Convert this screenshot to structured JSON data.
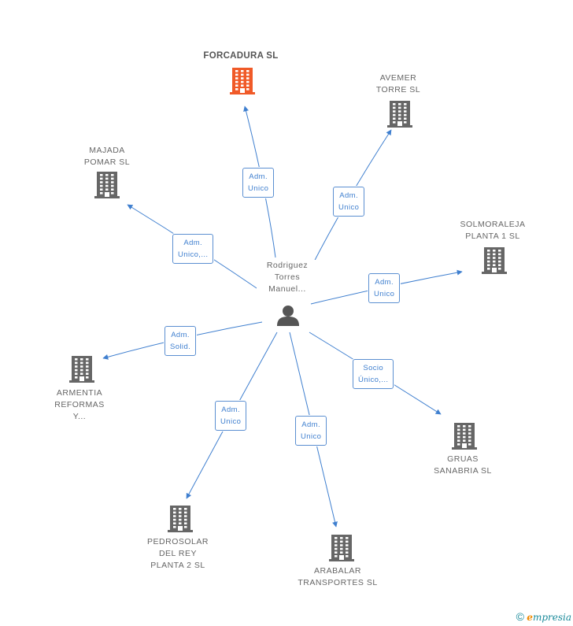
{
  "center": {
    "name": "Rodriguez\nTorres\nManuel..."
  },
  "nodes": [
    {
      "id": "forcadura",
      "name": "FORCADURA SL",
      "main": true
    },
    {
      "id": "avemer",
      "name": "AVEMER\nTORRE SL"
    },
    {
      "id": "majada",
      "name": "MAJADA\nPOMAR SL"
    },
    {
      "id": "solmoraleja",
      "name": "SOLMORALEJA\nPLANTA 1 SL"
    },
    {
      "id": "armentia",
      "name": "ARMENTIA\nREFORMAS\nY..."
    },
    {
      "id": "gruas",
      "name": "GRUAS\nSANABRIA SL"
    },
    {
      "id": "pedrosolar",
      "name": "PEDROSOLAR\nDEL REY\nPLANTA 2 SL"
    },
    {
      "id": "arabalar",
      "name": "ARABALAR\nTRANSPORTES SL"
    }
  ],
  "edges": [
    {
      "target": "forcadura",
      "label": "Adm.\nUnico"
    },
    {
      "target": "avemer",
      "label": "Adm.\nUnico"
    },
    {
      "target": "majada",
      "label": "Adm.\nUnico,..."
    },
    {
      "target": "solmoraleja",
      "label": "Adm.\nUnico"
    },
    {
      "target": "armentia",
      "label": "Adm.\nSolid."
    },
    {
      "target": "gruas",
      "label": "Socio\nÚnico,..."
    },
    {
      "target": "pedrosolar",
      "label": "Adm.\nUnico"
    },
    {
      "target": "arabalar",
      "label": "Adm.\nUnico"
    }
  ],
  "colors": {
    "edge": "#3f7fcf",
    "building": "#666666",
    "main_building": "#f05a28",
    "person": "#555555"
  },
  "footer": {
    "copyright": "©",
    "brand_first": "e",
    "brand_rest": "mpresia"
  }
}
